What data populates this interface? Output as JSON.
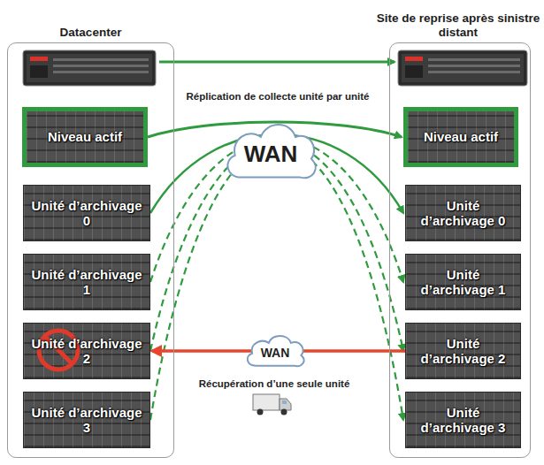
{
  "diagram": {
    "nodes": [
      {
        "text": [
          "Datacenter"
        ]
      },
      {
        "text": [
          "Niveau actif"
        ],
        "in": 0
      },
      {
        "text": [
          "Unité d’archivage 0"
        ],
        "in": 0
      },
      {
        "text": [
          "Unité d’archivage 1"
        ],
        "in": 0
      },
      {
        "text": [
          "Unité d’archivage 2"
        ],
        "in": 0
      },
      {
        "text": [
          "Unité d’archivage 3"
        ],
        "in": 0
      },
      {
        "text": [
          "Site de reprise après sinistre distant"
        ]
      },
      {
        "text": [
          "Niveau actif"
        ],
        "in": 6
      },
      {
        "text": [
          "Unité d’archivage 0"
        ],
        "in": 6
      },
      {
        "text": [
          "Unité d’archivage 1"
        ],
        "in": 6
      },
      {
        "text": [
          "Unité d’archivage 2"
        ],
        "in": 6
      },
      {
        "text": [
          "Unité d’archivage 3"
        ],
        "in": 6
      },
      {
        "text": [
          "WAN"
        ]
      },
      {
        "text": [
          "WAN"
        ]
      }
    ],
    "edges": [
      {
        "from": 1,
        "to": 7,
        "arrow": "to"
      },
      {
        "from": 2,
        "to": 8,
        "arrow": "to"
      },
      {
        "from": 3,
        "to": 9,
        "arrow": "to"
      },
      {
        "from": 4,
        "to": 10,
        "arrow": "to"
      },
      {
        "from": 5,
        "to": 11,
        "arrow": "to"
      },
      {
        "from": 10,
        "to": 4,
        "arrow": "to"
      }
    ],
    "labels": [
      "Réplication de collecte unité par unité",
      "Récupération d’une seule unité"
    ]
  }
}
